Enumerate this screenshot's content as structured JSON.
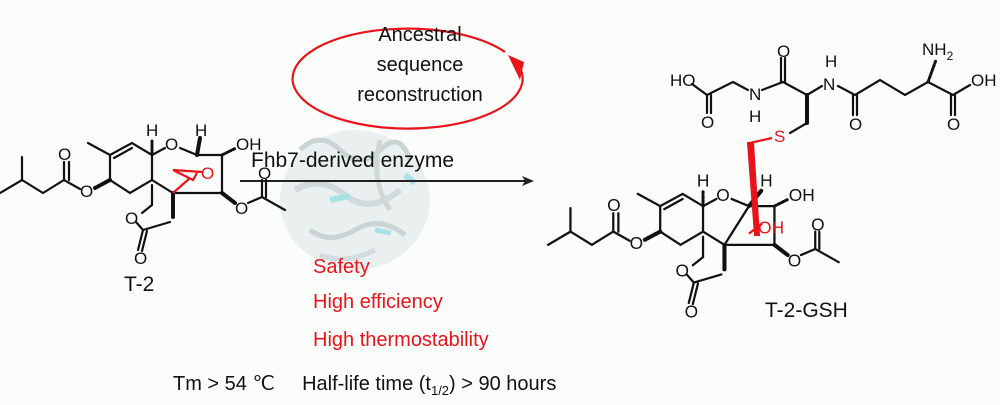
{
  "left_molecule": {
    "name": "T-2",
    "labels": {
      "O": "O",
      "H": "H",
      "OH": "OH"
    }
  },
  "right_molecule": {
    "name": "T-2-GSH",
    "labels": {
      "O": "O",
      "H": "H",
      "OH": "OH",
      "HO": "HO",
      "N": "N",
      "NH2": "NH",
      "sub2": "2",
      "S": "S"
    }
  },
  "cycle_label": [
    "Ancestral",
    "sequence",
    "reconstruction"
  ],
  "arrow_label": "Fhb7-derived enzyme",
  "properties": [
    "Safety",
    "High efficiency",
    "High thermostability"
  ],
  "footer": {
    "tm": "Tm > 54 ℃",
    "halflife_prefix": "Half-life time (t",
    "halflife_sub": "1/2",
    "halflife_suffix": ") > 90 hours"
  },
  "colors": {
    "accent": "#e8141b",
    "protein": "#8fd8de"
  }
}
